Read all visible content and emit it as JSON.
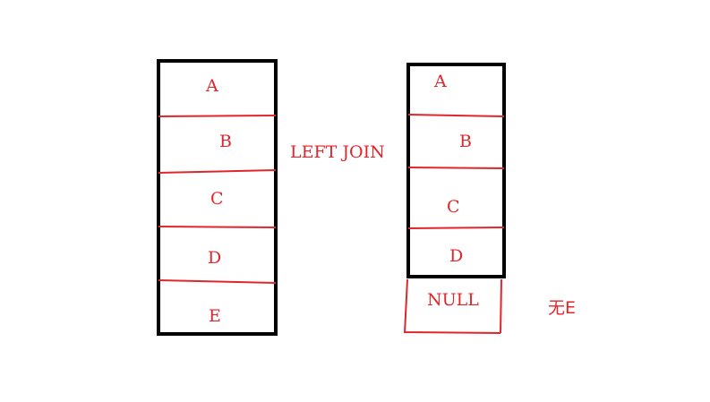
{
  "left_table": {
    "cells": [
      "A",
      "B",
      "C",
      "D",
      "E"
    ]
  },
  "join_label": "LEFT JOIN",
  "right_table": {
    "cells": [
      "A",
      "B",
      "C",
      "D"
    ],
    "null_cell": "NULL"
  },
  "note": "无E",
  "colors": {
    "border": "#000000",
    "accent": "#e0262b",
    "background": "#ffffff"
  }
}
